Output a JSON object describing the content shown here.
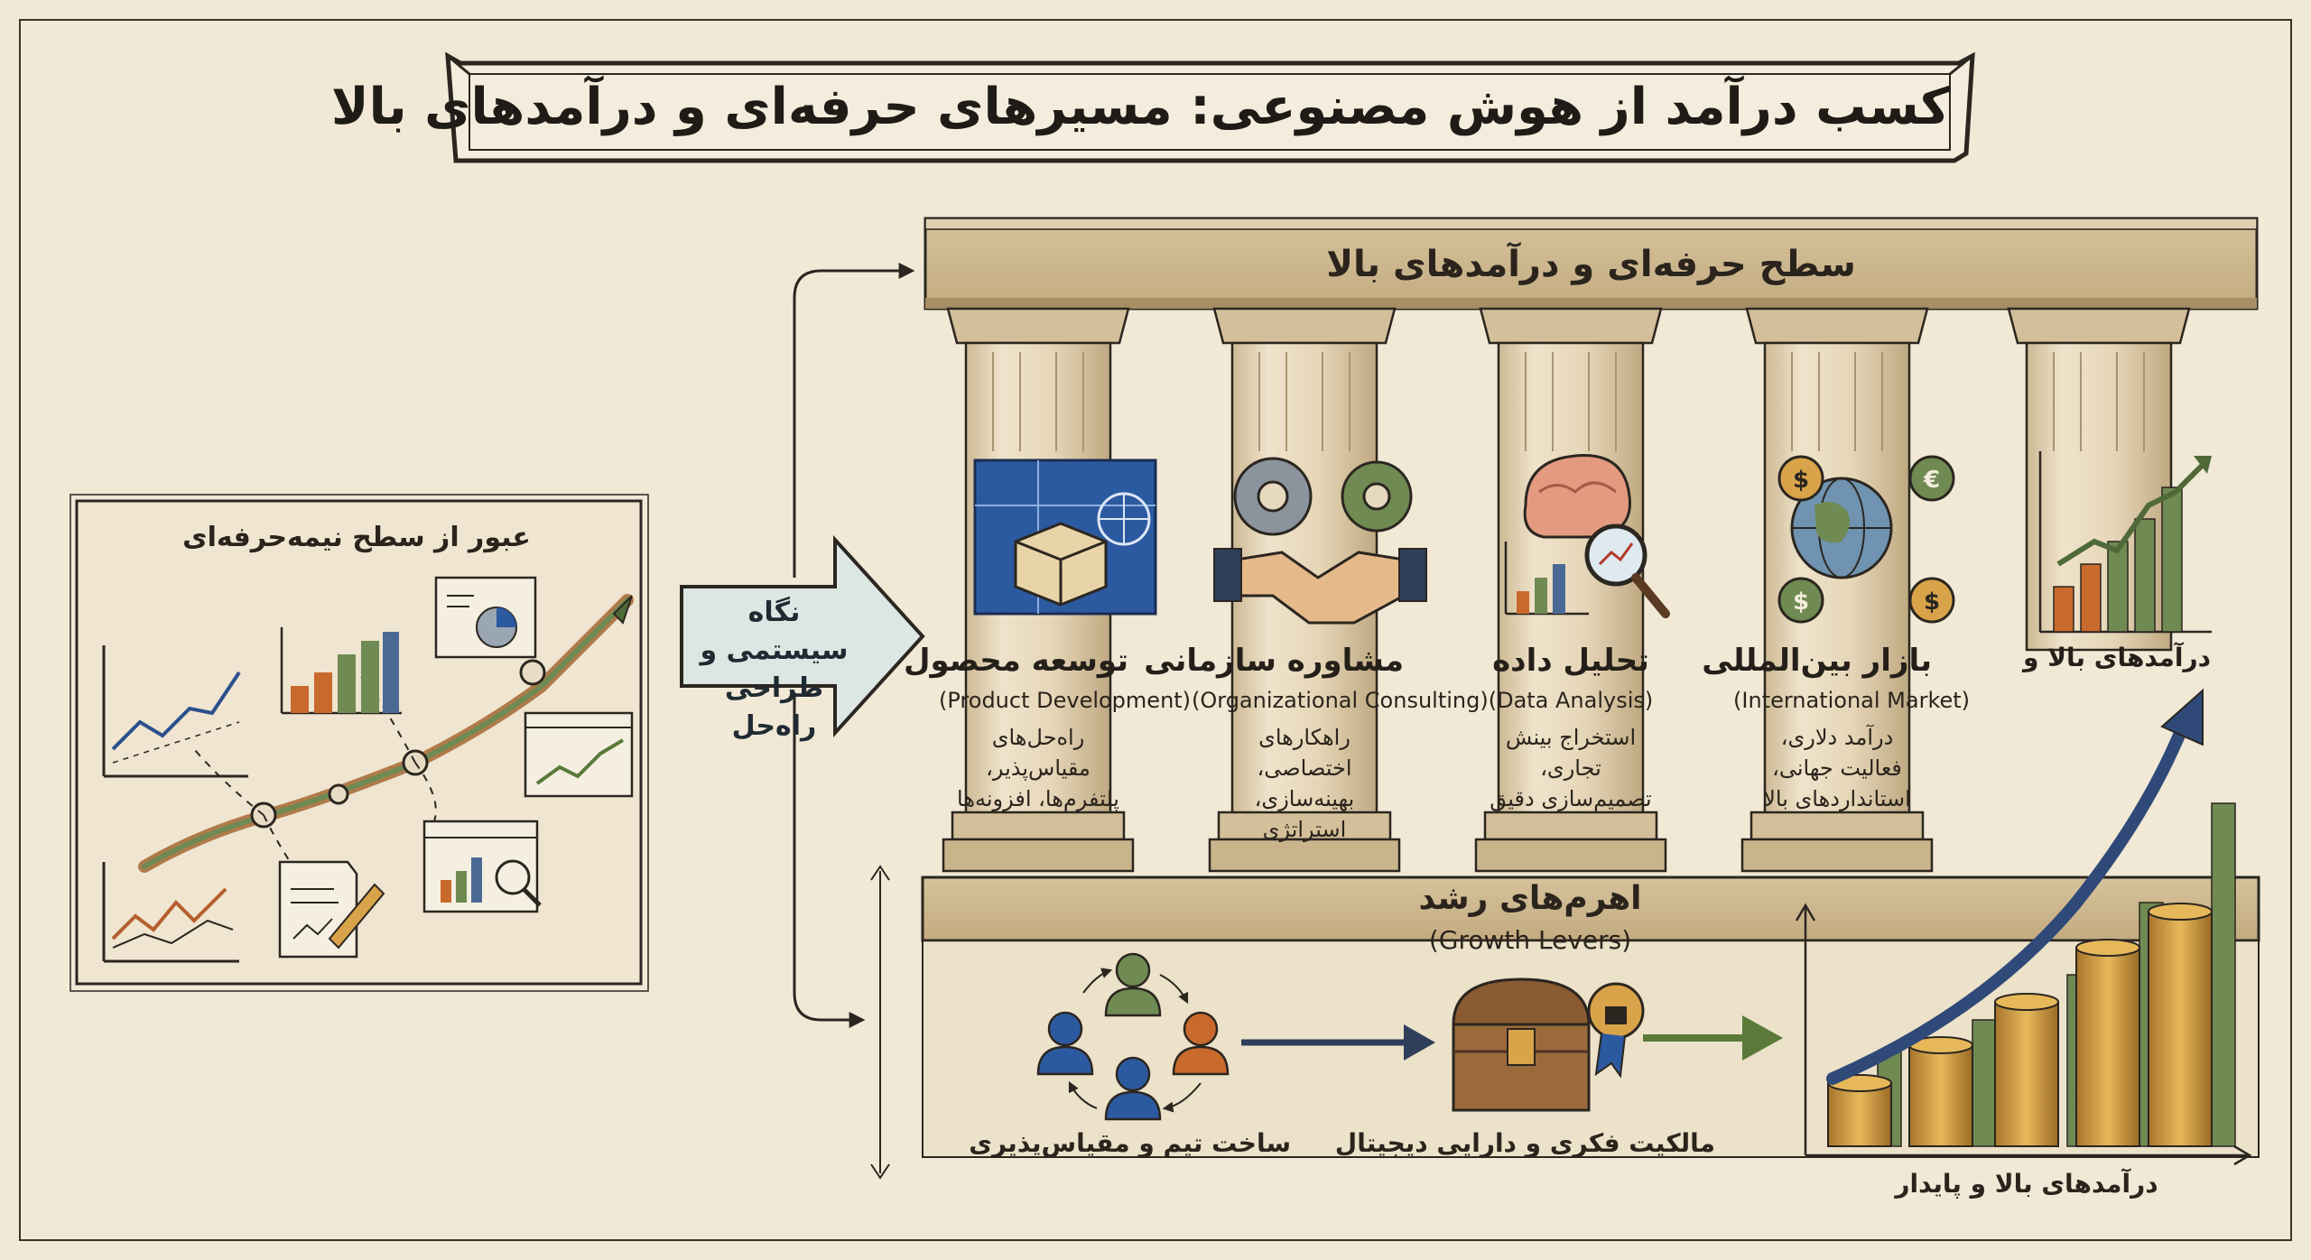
{
  "title": "کسب درآمد از هوش مصنوعی: مسیرهای حرفه‌ای و درآمدهای بالا",
  "left_panel": {
    "title": "عبور از سطح نیمه‌حرفه‌ای"
  },
  "transition_arrow": {
    "label": "نگاه سیستمی و طراحی راه‌حل"
  },
  "top_band": {
    "title": "سطح حرفه‌ای و درآمدهای بالا"
  },
  "pillars": [
    {
      "title": "توسعه محصول",
      "english": "(Product Development)",
      "description": "راه‌حل‌های مقیاس‌پذیر، پلتفرم‌ها، افزونه‌ها",
      "icon": "blueprint-box-icon"
    },
    {
      "title": "مشاوره سازمانی",
      "english": "(Organizational Consulting)",
      "description": "راهکارهای اختصاصی، بهینه‌سازی، استراتژی",
      "icon": "gears-handshake-icon"
    },
    {
      "title": "تحلیل داده",
      "english": "(Data Analysis)",
      "description": "استخراج بینش تجاری، تصمیم‌سازی دقیق",
      "icon": "brain-magnifier-icon"
    },
    {
      "title": "بازار بین‌المللی",
      "english": "(International Market)",
      "description": "درآمد دلاری، فعالیت جهانی، استانداردهای بالا",
      "icon": "globe-currency-icon"
    },
    {
      "title": "درآمدهای بالا و",
      "english": "",
      "description": "",
      "icon": "rising-bar-chart-icon"
    }
  ],
  "growth_levers": {
    "title": "اهرم‌های رشد",
    "english": "(Growth Levers)",
    "items": [
      {
        "label": "ساخت تیم و مقیاس‌پذیری",
        "icon": "team-network-icon"
      },
      {
        "label": "مالکیت فکری و دارایی دیجیتال",
        "icon": "treasure-chest-icon"
      }
    ],
    "result_label": "درآمدهای بالا و پایدار",
    "result_icon": "coin-stacks-growth-icon"
  },
  "colors": {
    "paper": "#f1e8d6",
    "ink": "#2b2620",
    "stone": "#e7d9bf",
    "stone_shadow": "#b9a585",
    "blue": "#2c5aa0",
    "green": "#5b7a3a",
    "orange": "#c96a2d"
  }
}
